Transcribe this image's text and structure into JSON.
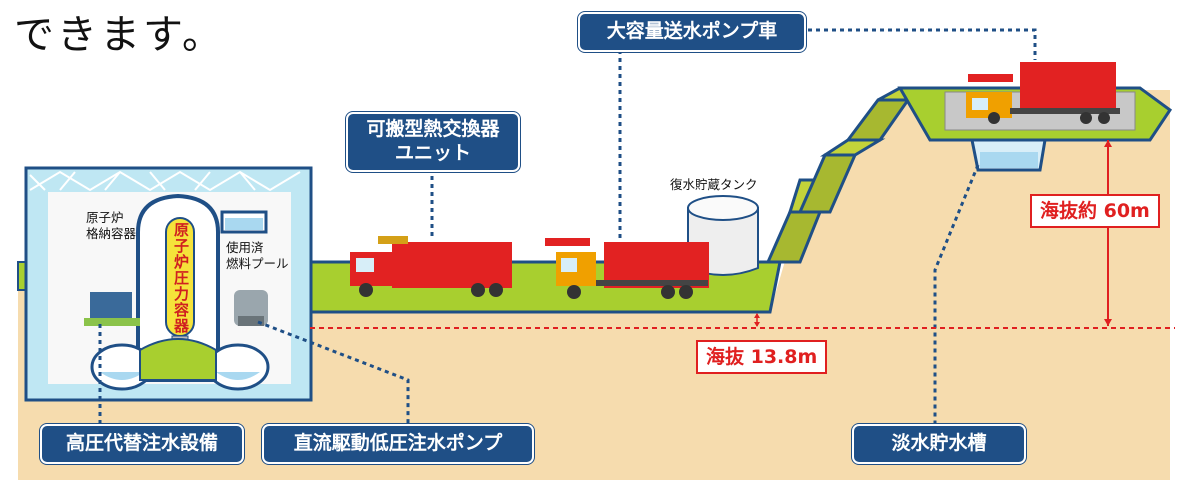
{
  "heading": "できます。",
  "labels": {
    "hx_unit_line1": "可搬型熱交換器",
    "hx_unit_line2": "ユニット",
    "pump_truck": "大容量送水ポンプ車",
    "hp_injection": "高圧代替注水設備",
    "dc_pump": "直流駆動低圧注水ポンプ",
    "freshwater_tank": "淡水貯水槽",
    "altitude_high": "海抜約 60m",
    "altitude_low": "海抜 13.8m",
    "condensate_tank": "復水貯蔵タンク",
    "containment_line1": "原子炉",
    "containment_line2": "格納容器",
    "spent_fuel_line1": "使用済",
    "spent_fuel_line2": "燃料プール",
    "rpv": "原子炉圧力容器"
  },
  "colors": {
    "tag_bg": "#1f4f86",
    "ground": "#a8cf2f",
    "soil": "#f6dcae",
    "alert": "#e02020",
    "truck_body": "#e22222",
    "truck_cab": "#f0a000"
  }
}
